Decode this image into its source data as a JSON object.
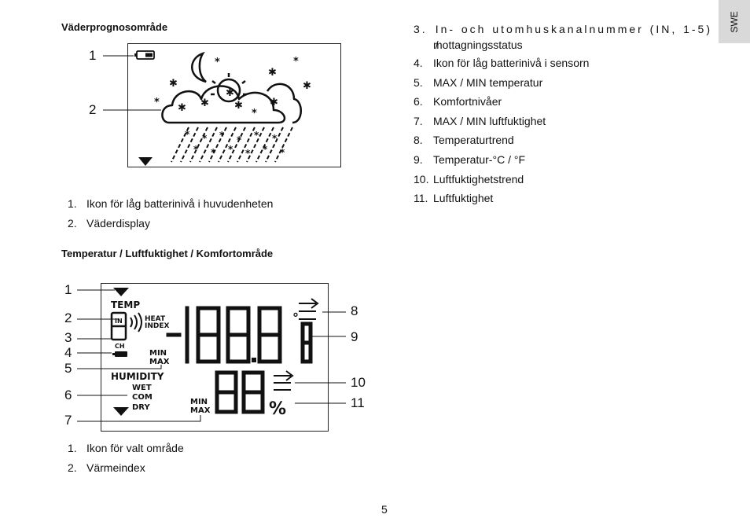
{
  "side_tab": {
    "label": "SWE"
  },
  "section1": {
    "heading": "Väderprognosområde",
    "callouts": [
      "1",
      "2"
    ],
    "items": [
      {
        "num": "1.",
        "text": "Ikon för låg batterinivå i huvudenheten"
      },
      {
        "num": "2.",
        "text": "Väderdisplay"
      }
    ]
  },
  "section2": {
    "heading": "Temperatur / Luftfuktighet / Komfortområde",
    "callouts_left": [
      "1",
      "2",
      "3",
      "4",
      "5",
      "6",
      "7"
    ],
    "callouts_right": [
      "8",
      "9",
      "10",
      "11"
    ],
    "lcd": {
      "temp": "TEMP",
      "heat1": "HEAT",
      "heat2": "INDEX",
      "in": "IN",
      "ch": "CH",
      "min": "MIN",
      "max": "MAX",
      "humidity": "HUMIDITY",
      "wet": "WET",
      "com": "COM",
      "dry": "DRY",
      "min2": "MIN",
      "max2": "MAX",
      "degree": "°",
      "percent": "%"
    },
    "items": [
      {
        "num": "1.",
        "text": "Ikon för valt område"
      },
      {
        "num": "2.",
        "text": "Värmeindex"
      }
    ]
  },
  "right_list": {
    "item3_num": "3.",
    "item3_line1": "In- och utomhuskanalnummer (IN, 1-5) /",
    "item3_line2": "mottagningsstatus",
    "items": [
      {
        "num": "4.",
        "text": "Ikon för låg batterinivå i sensorn"
      },
      {
        "num": "5.",
        "text": "MAX / MIN temperatur"
      },
      {
        "num": "6.",
        "text": "Komfortnivåer"
      },
      {
        "num": "7.",
        "text": "MAX / MIN luftfuktighet"
      },
      {
        "num": "8.",
        "text": "Temperaturtrend"
      },
      {
        "num": "9.",
        "text": "Temperatur-°C / °F"
      },
      {
        "num": "10.",
        "text": "Luftfuktighetstrend"
      },
      {
        "num": "11.",
        "text": "Luftfuktighet"
      }
    ]
  },
  "page_number": "5"
}
